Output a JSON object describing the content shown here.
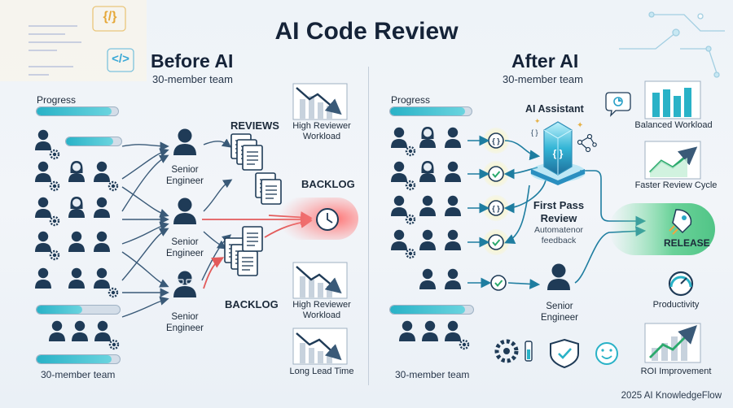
{
  "title": "AI Code Review",
  "footer": "2025 AI KnowledgeFlow",
  "code_icons": [
    "{/}",
    "</>"
  ],
  "colors": {
    "navy": "#1f3b57",
    "teal": "#29b2c7",
    "red": "#e35b5b",
    "green": "#3fbf7a",
    "background": "#eef3f8"
  },
  "before": {
    "heading": "Before AI",
    "team_label": "30-member team",
    "progress_label": "Progress",
    "progress_fraction": 0.92,
    "bottom_bar_fraction": 0.55,
    "small_bar_fraction": 0.85,
    "footer_bar_fraction": 0.9,
    "footer_label": "30-member team",
    "senior_engineer_labels": [
      "Senior\nEngineer",
      "Senior\nEngineer",
      "Senior\nEngineer"
    ],
    "reviews_label": "REVIEWS",
    "backlog_right_label": "BACKLOG",
    "backlog_bottom_label": "BACKLOG",
    "metrics": [
      {
        "label": "High Reviewer\nWorkload",
        "icon": "trend-down-chart-icon"
      },
      {
        "label": "High Reviewer\nWorkload",
        "icon": "trend-down-chart-icon"
      },
      {
        "label": "Long Lead Time",
        "icon": "trend-down-chart-icon"
      }
    ]
  },
  "after": {
    "heading": "After AI",
    "team_label": "30-member team",
    "progress_label": "Progress",
    "progress_fraction": 0.92,
    "bottom_bar_fraction": 0.9,
    "footer_label": "30-member team",
    "ai_assistant_label": "AI Assistant",
    "first_pass_label": "First Pass\nReview",
    "feedback_label": "Automatenor\nfeedback",
    "senior_engineer_label": "Senior\nEngineer",
    "release_label": "RELEASE",
    "metrics": [
      {
        "label": "Balanced Workload",
        "icon": "balanced-bars-icon"
      },
      {
        "label": "Faster Review Cycle",
        "icon": "trend-up-chart-icon"
      },
      {
        "label": "Productivity",
        "icon": "gauge-icon"
      },
      {
        "label": "ROI Improvement",
        "icon": "trend-up-chart-icon"
      }
    ]
  }
}
